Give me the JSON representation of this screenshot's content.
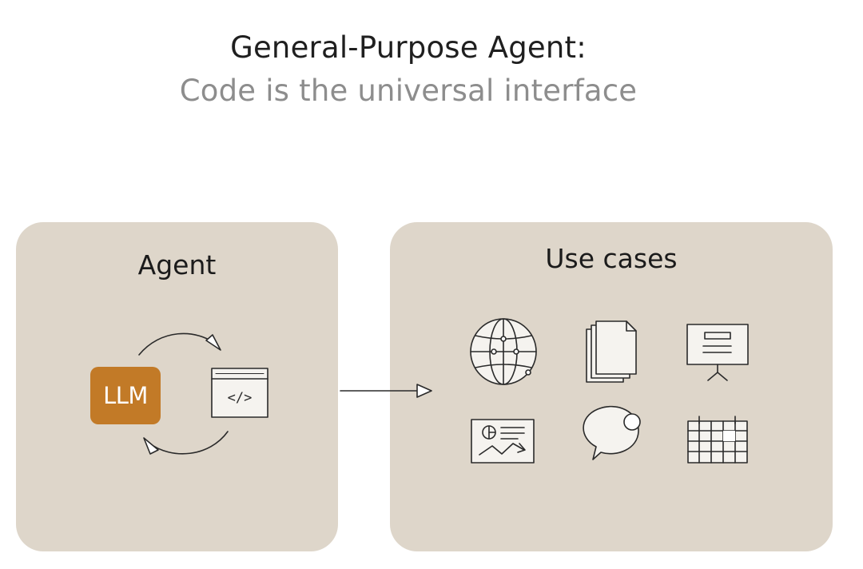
{
  "header": {
    "title": "General-Purpose Agent:",
    "subtitle": "Code is the universal interface"
  },
  "agent_panel": {
    "label": "Agent",
    "llm_label": "LLM",
    "code_window_glyph": "</>"
  },
  "use_cases_panel": {
    "label": "Use cases",
    "icons": [
      "globe-icon",
      "documents-icon",
      "presentation-icon",
      "dashboard-icon",
      "chat-bubble-icon",
      "calendar-icon"
    ]
  },
  "colors": {
    "panel_bg": "#ded6ca",
    "llm_accent": "#c27a27",
    "title_text": "#1f1f1f",
    "subtitle_text": "#8d8d8d"
  }
}
